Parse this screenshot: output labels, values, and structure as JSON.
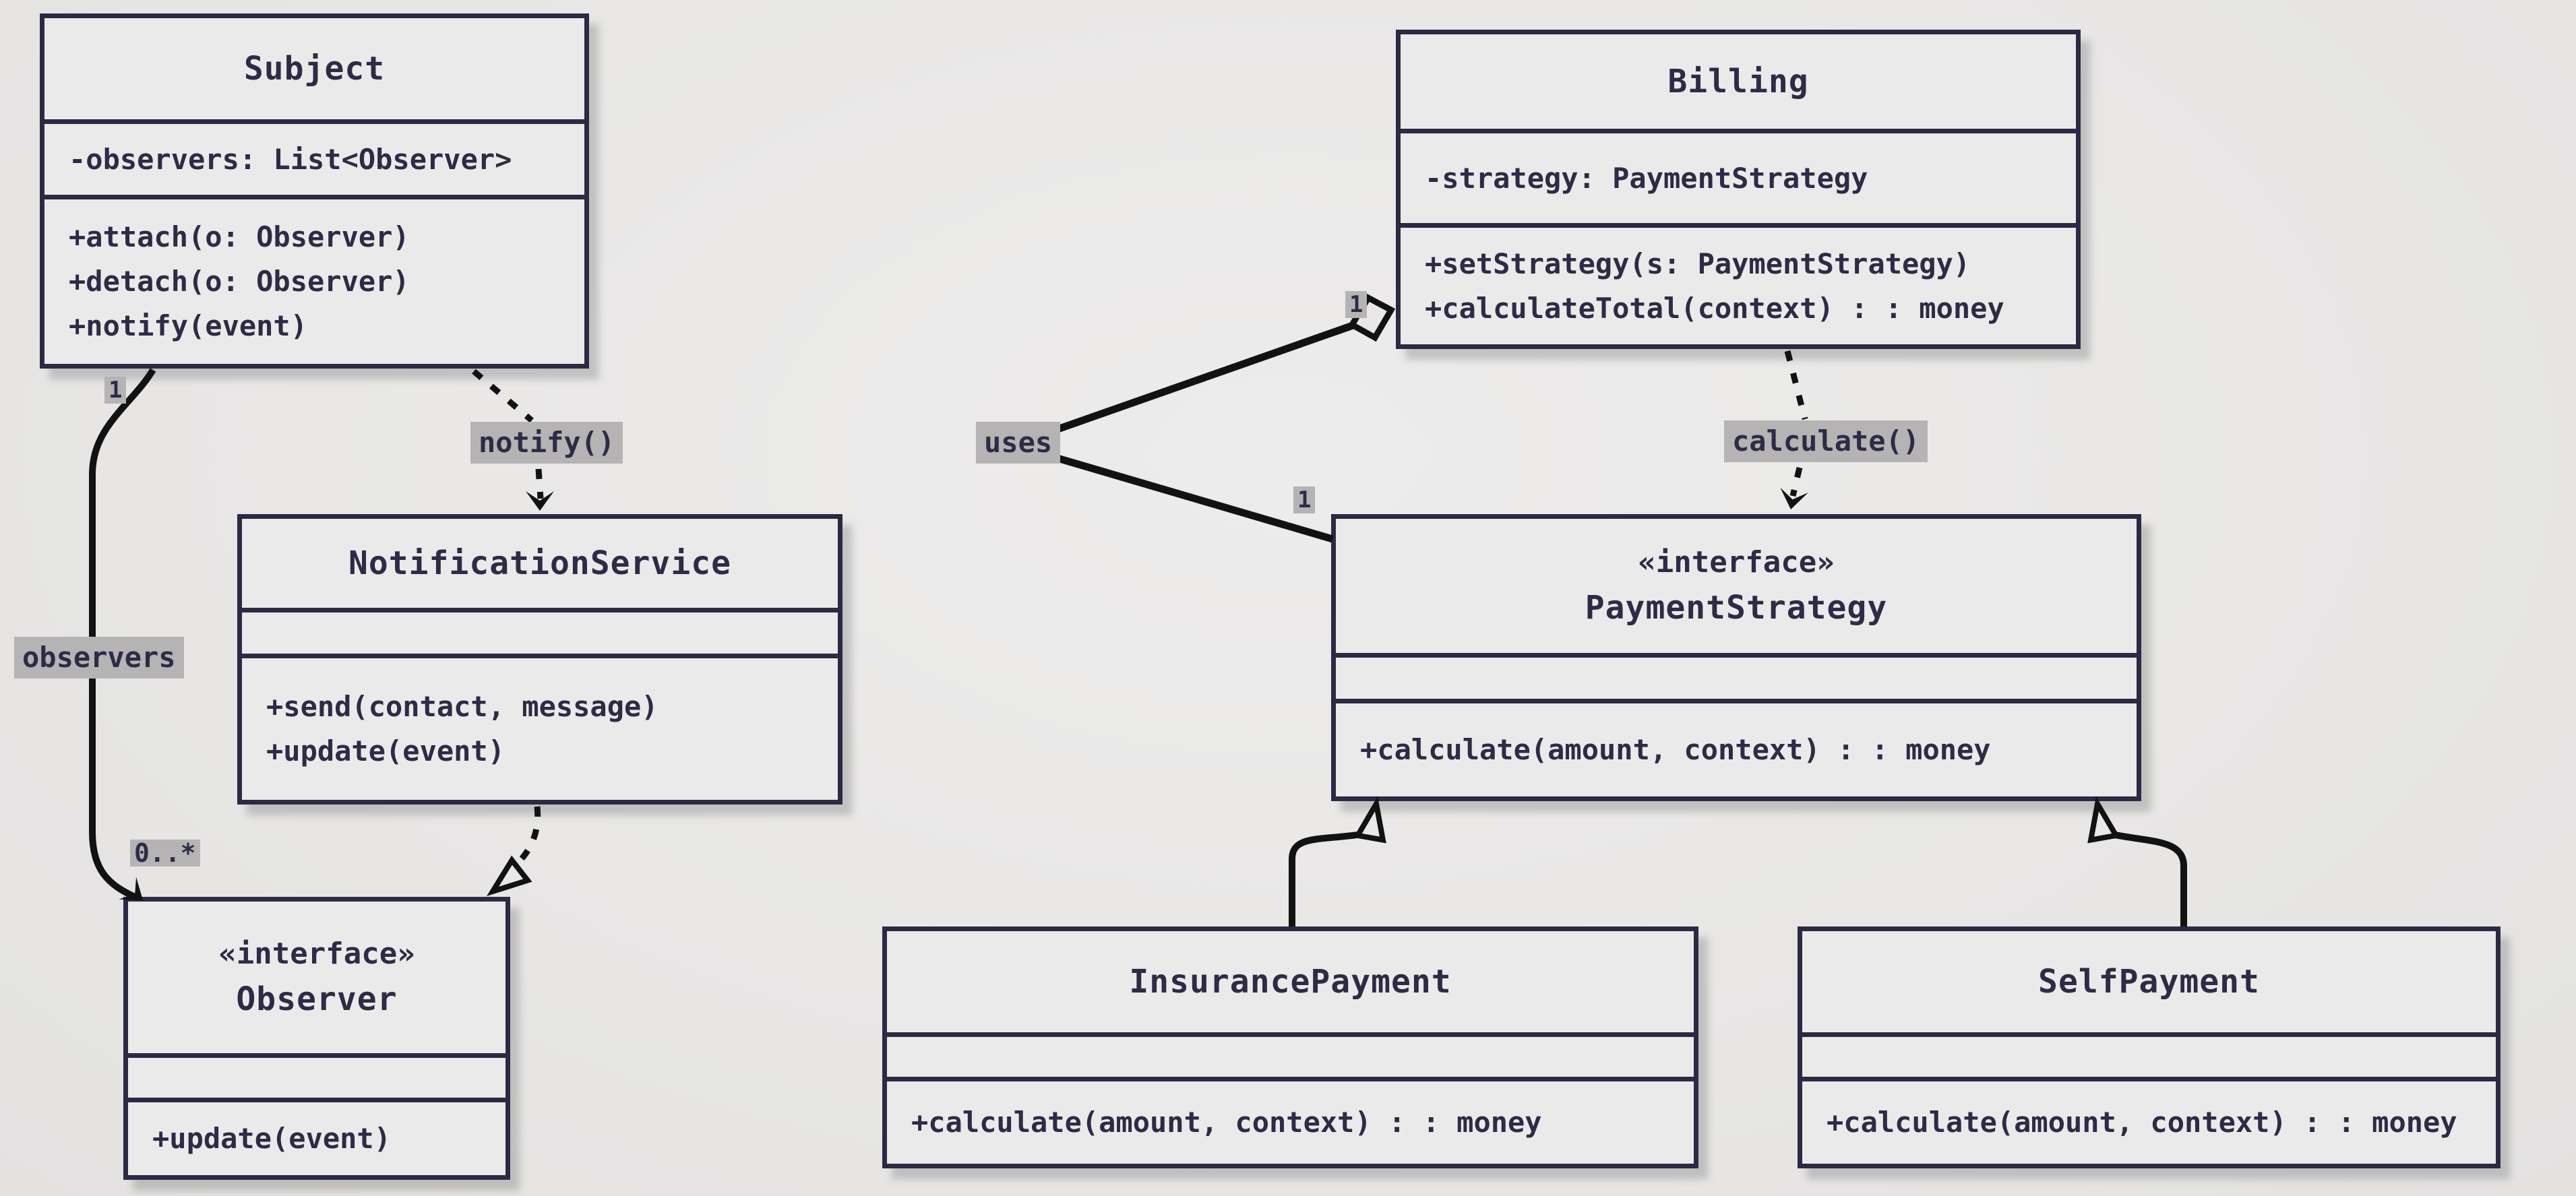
{
  "diagram": {
    "classes": {
      "subject": {
        "name": "Subject",
        "attributes": [
          "-observers: List<Observer>"
        ],
        "methods": [
          "+attach(o: Observer)",
          "+detach(o: Observer)",
          "+notify(event)"
        ]
      },
      "billing": {
        "name": "Billing",
        "attributes": [
          "-strategy: PaymentStrategy"
        ],
        "methods": [
          "+setStrategy(s: PaymentStrategy)",
          "+calculateTotal(context) : : money"
        ]
      },
      "notification_service": {
        "name": "NotificationService",
        "attributes": [],
        "methods": [
          "+send(contact, message)",
          "+update(event)"
        ]
      },
      "payment_strategy": {
        "stereotype": "«interface»",
        "name": "PaymentStrategy",
        "attributes": [],
        "methods": [
          "+calculate(amount, context) : : money"
        ]
      },
      "observer": {
        "stereotype": "«interface»",
        "name": "Observer",
        "attributes": [],
        "methods": [
          "+update(event)"
        ]
      },
      "insurance_payment": {
        "name": "InsurancePayment",
        "attributes": [],
        "methods": [
          "+calculate(amount, context) : : money"
        ]
      },
      "self_payment": {
        "name": "SelfPayment",
        "attributes": [],
        "methods": [
          "+calculate(amount, context) : : money"
        ]
      }
    },
    "edge_labels": {
      "notify": "notify()",
      "uses": "uses",
      "calculate": "calculate()",
      "observers": "observers"
    },
    "multiplicities": {
      "subject_end": "1",
      "observer_end": "0..*",
      "billing_end": "1",
      "strategy_end": "1"
    },
    "colors": {
      "background": "#e9e8e7",
      "box_fill": "#ebeaea",
      "border": "#2b2a42",
      "text": "#2d2b45",
      "line": "#121212",
      "label_bg": "#b5b3b3"
    }
  }
}
